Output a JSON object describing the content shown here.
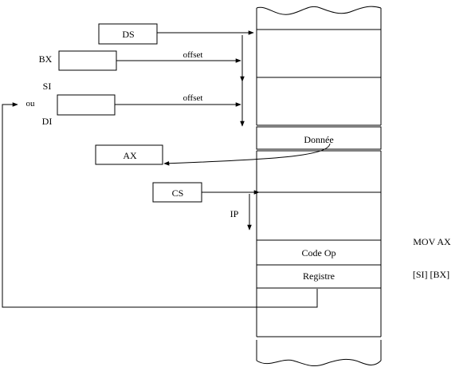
{
  "registers": {
    "ds": "DS",
    "bx": "BX",
    "si": "SI",
    "ou": "ou",
    "di": "DI",
    "ax": "AX",
    "cs": "CS",
    "ip": "IP"
  },
  "arrows": {
    "offset_bx": "offset",
    "offset_si": "offset"
  },
  "memory": {
    "donnee": "Donnée",
    "code_op": "Code Op",
    "registre": "Registre"
  },
  "instruction": {
    "line1": "MOV AX",
    "line2": "[SI] [BX]"
  }
}
